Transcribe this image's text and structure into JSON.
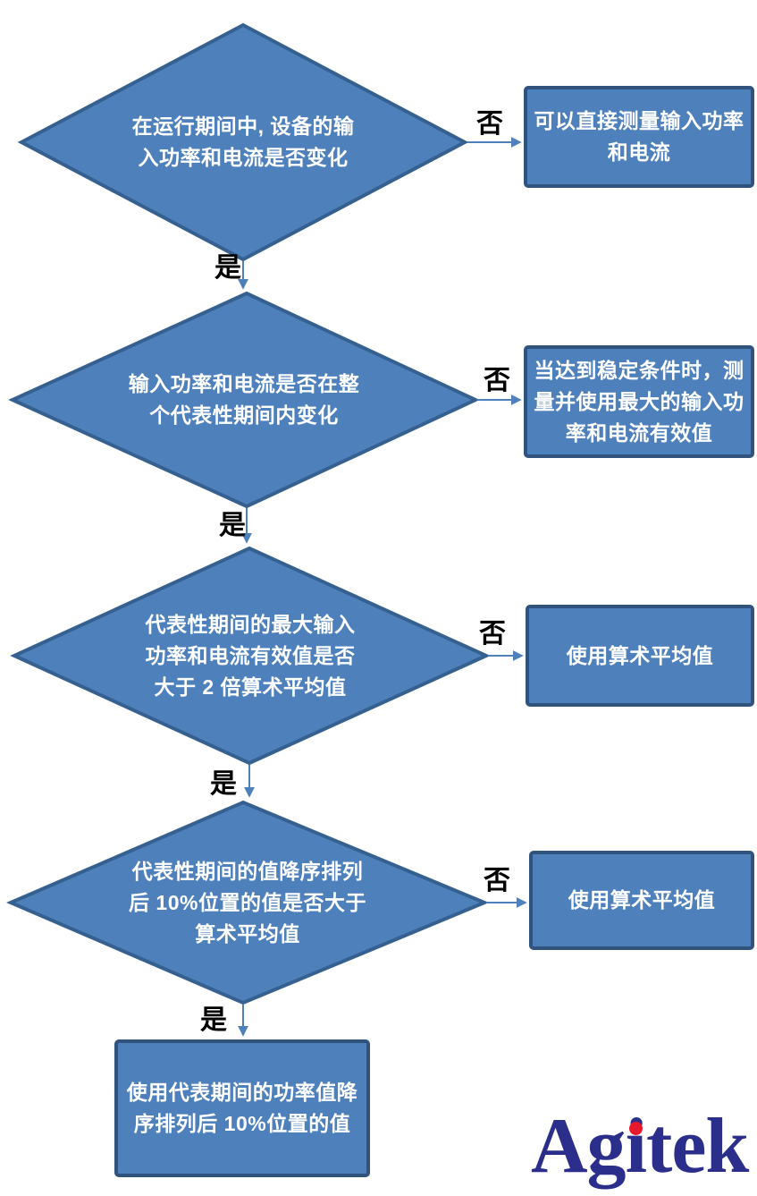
{
  "colors": {
    "shape_fill": "#4E80BC",
    "diamond_border": "#36608F",
    "rect_border": "#2F537D",
    "connector": "#4E80BC",
    "shape_text": "#FFFFFF",
    "branch_label": "#000000",
    "logo_text": "#2B2E8A",
    "logo_dot": "#E8192C",
    "background": "#FFFFFF"
  },
  "flowchart": {
    "decisions": [
      {
        "lines": [
          "在运行期间中, 设备的输",
          "入功率和电流是否变化"
        ]
      },
      {
        "lines": [
          "输入功率和电流是否在整",
          "个代表性期间内变化"
        ]
      },
      {
        "lines": [
          "代表性期间的最大输入",
          "功率和电流有效值是否",
          "大于 2 倍算术平均值"
        ]
      },
      {
        "lines": [
          "代表性期间的值降序排列",
          "后 10%位置的值是否大于",
          "算术平均值"
        ]
      }
    ],
    "no_results": [
      {
        "lines": [
          "可以直接测量输入功率",
          "和电流"
        ]
      },
      {
        "lines": [
          "当达到稳定条件时，测",
          "量并使用最大的输入功",
          "率和电流有效值"
        ]
      },
      {
        "lines": [
          "使用算术平均值"
        ]
      },
      {
        "lines": [
          "使用算术平均值"
        ]
      }
    ],
    "final_result": {
      "lines": [
        "使用代表期间的功率值降",
        "序排列后 10%位置的值"
      ]
    },
    "branch_labels": {
      "yes": "是",
      "no": "否"
    }
  },
  "logo": {
    "text": "Agitek",
    "part1": "Ag",
    "part2": "i",
    "part3": "tek"
  }
}
